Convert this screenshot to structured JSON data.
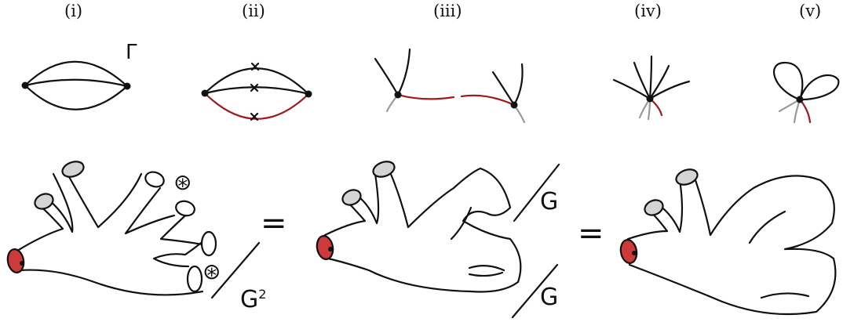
{
  "top_row": {
    "labels": [
      "(i)",
      "(ii)",
      "(iii)",
      "(iv)",
      "(v)"
    ],
    "gamma_symbol": "Γ"
  },
  "bottom_row": {
    "equals_1": "=",
    "equals_2": "=",
    "quotient_1": "G",
    "quotient_1_exp": "2",
    "quotient_2a": "G",
    "quotient_2b": "G",
    "marker_symbol": "⊛"
  },
  "colors": {
    "ink": "#111111",
    "red": "#a01818",
    "grey_cap": "#d4d4d4",
    "red_cap": "#cc3a3a",
    "grey_edge": "#9a9a9a"
  }
}
